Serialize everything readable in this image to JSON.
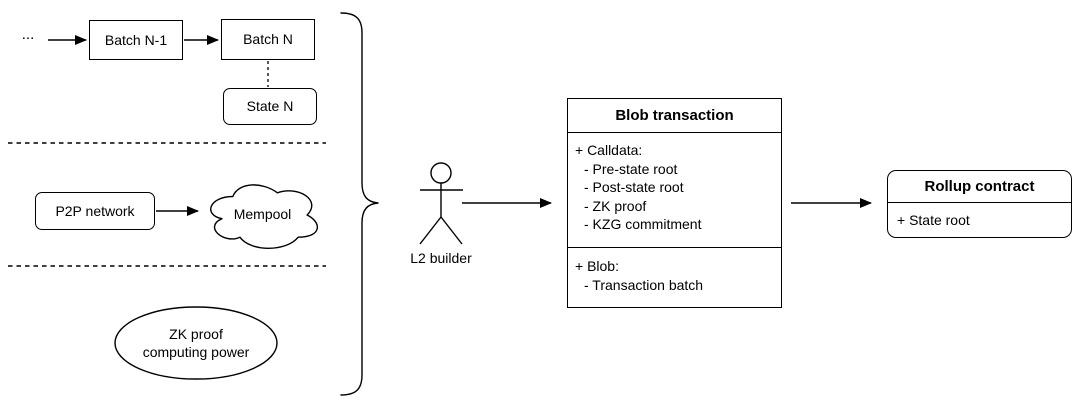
{
  "nodes": {
    "ellipsis": {
      "label": "..."
    },
    "batch_prev": {
      "label": "Batch N-1"
    },
    "batch_current": {
      "label": "Batch N"
    },
    "state_n": {
      "label": "State N"
    },
    "p2p_network": {
      "label": "P2P network"
    },
    "mempool": {
      "label": "Mempool"
    },
    "zk_power": {
      "line1": "ZK proof",
      "line2": "computing power"
    },
    "l2_builder": {
      "label": "L2 builder"
    },
    "blob_transaction": {
      "title": "Blob transaction",
      "calldata_header": "+ Calldata:",
      "calldata_items": [
        "- Pre-state root",
        "- Post-state root",
        "- ZK proof",
        "- KZG commitment"
      ],
      "blob_header": "+ Blob:",
      "blob_items": [
        "- Transaction batch"
      ]
    },
    "rollup_contract": {
      "title": "Rollup contract",
      "field": "+ State root"
    }
  },
  "colors": {
    "stroke": "#000000",
    "text": "#000000",
    "background": "#ffffff"
  }
}
